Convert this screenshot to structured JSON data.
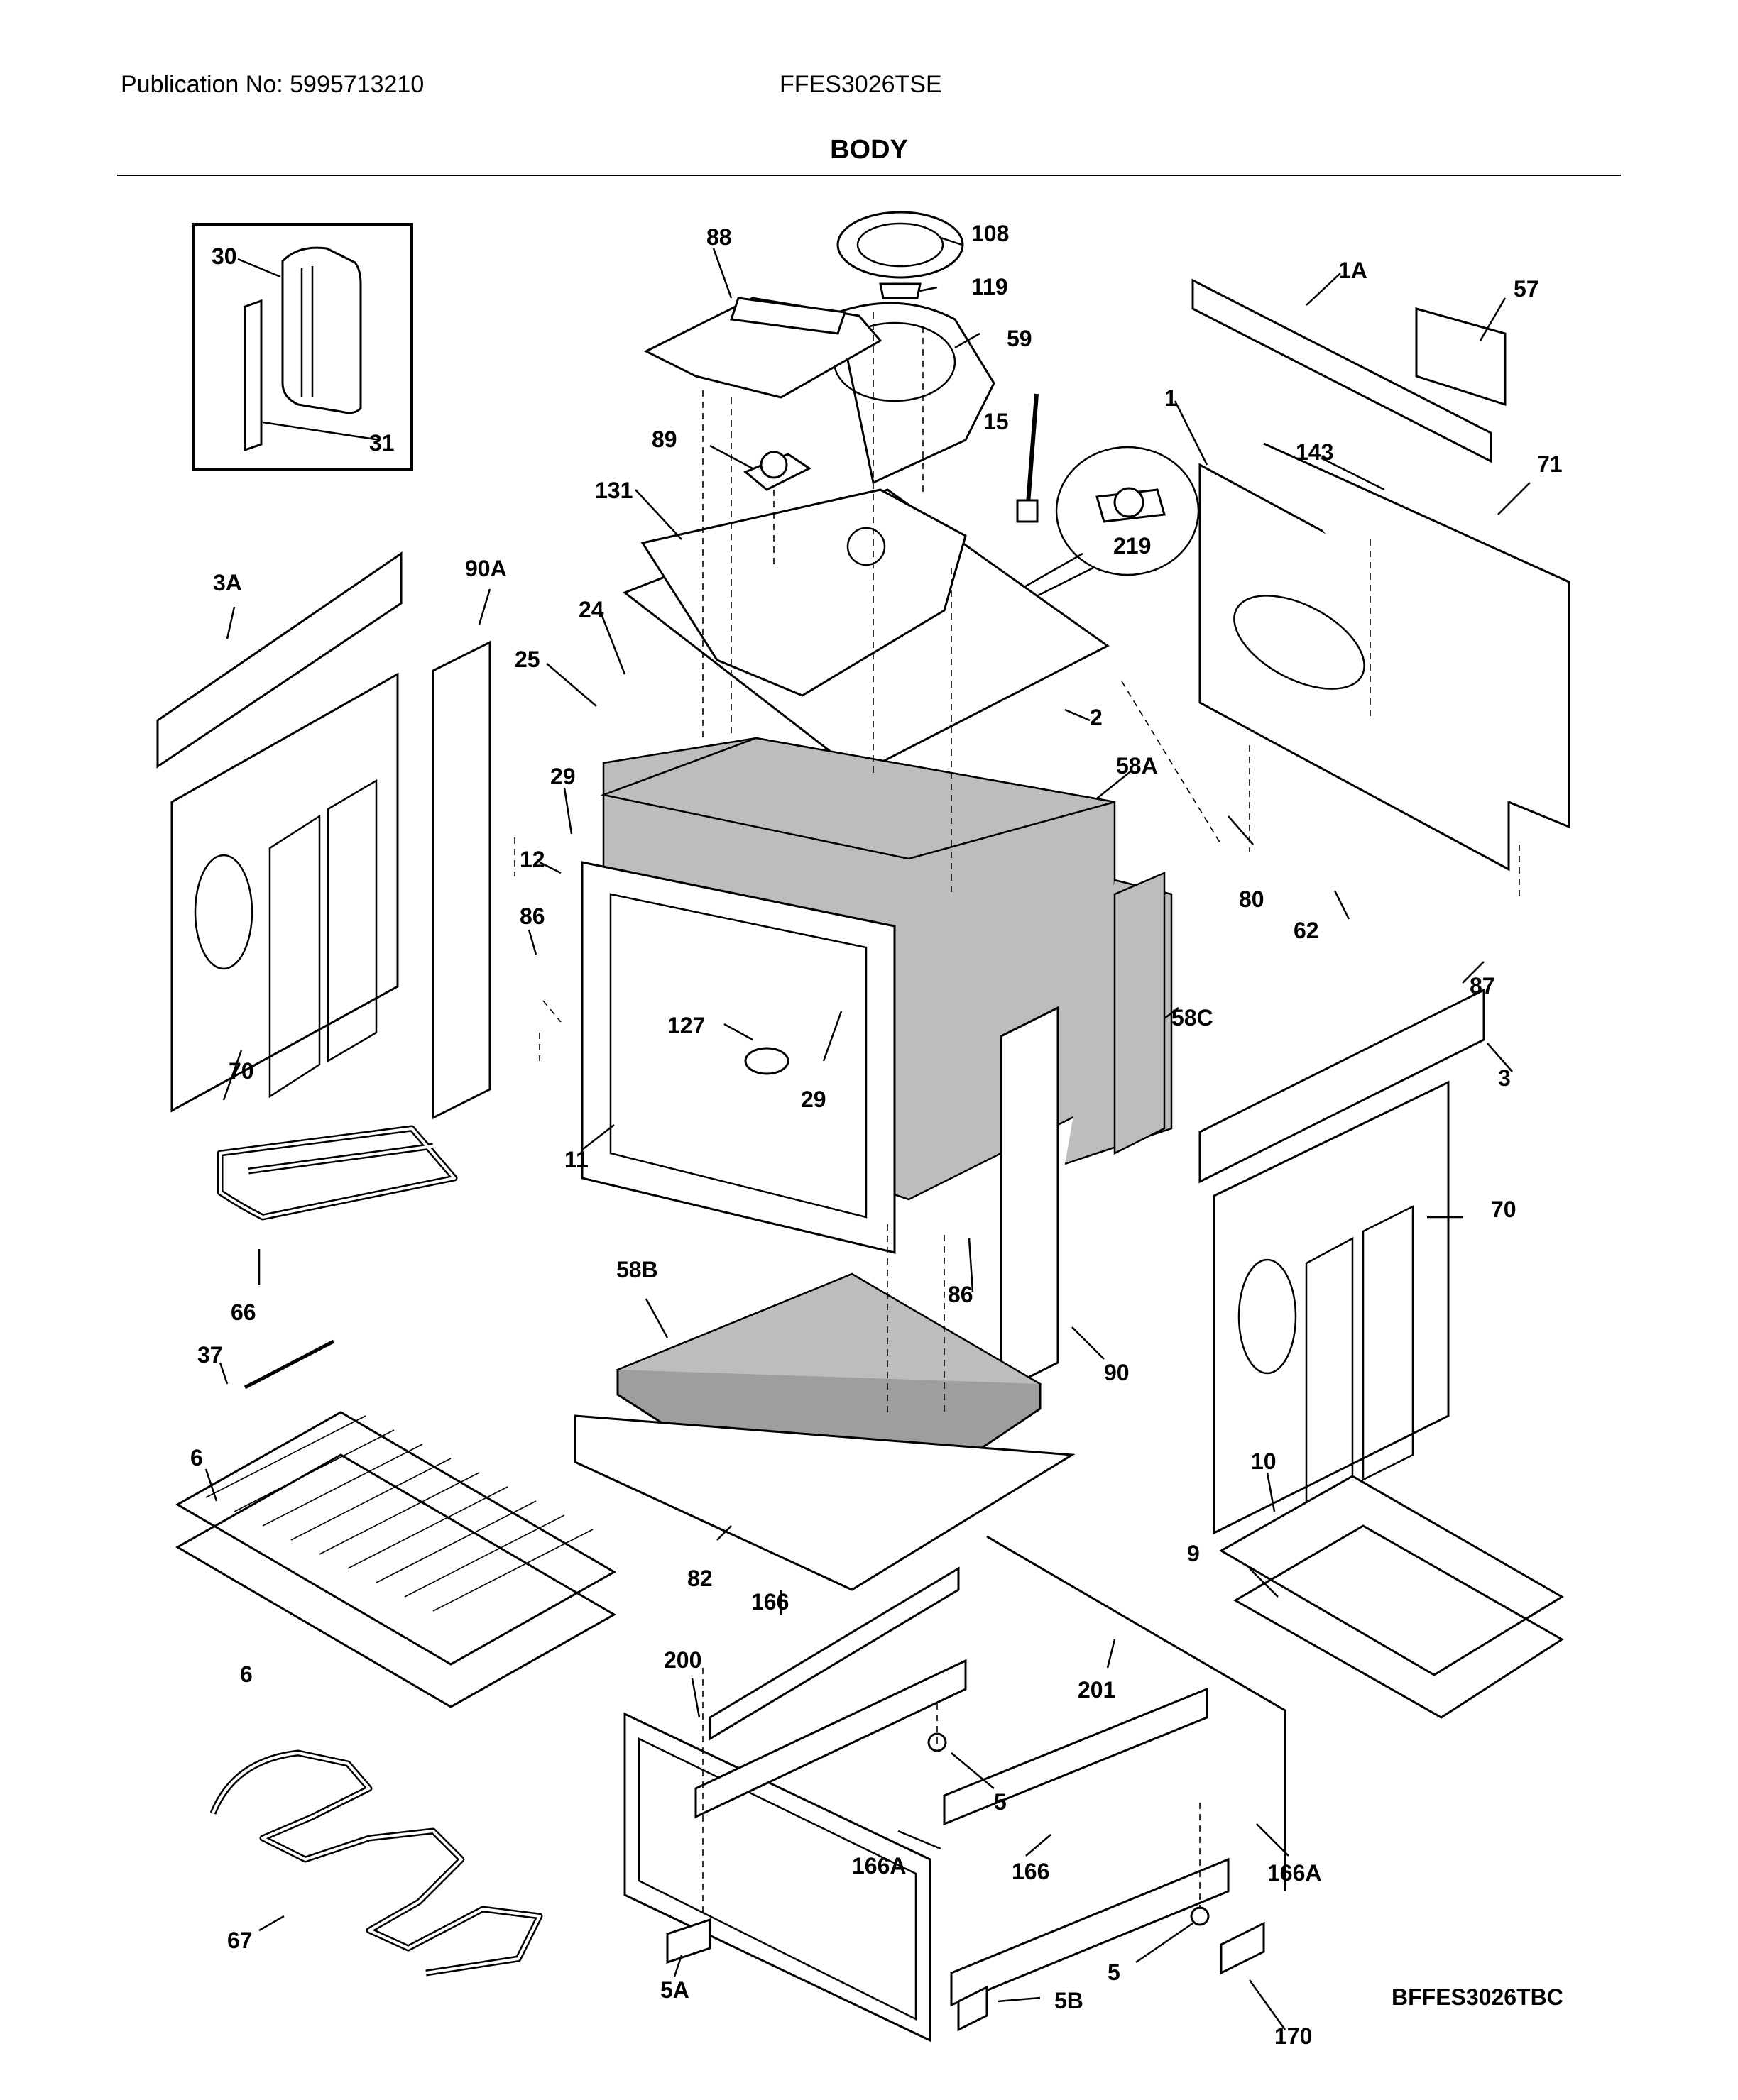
{
  "header": {
    "publication": "Publication No: 5995713210",
    "model": "FFES3026TSE",
    "title": "BODY"
  },
  "reference_code": "BFFES3026TBC",
  "callouts": [
    "30",
    "31",
    "88",
    "108",
    "119",
    "59",
    "1A",
    "57",
    "89",
    "15",
    "1",
    "143",
    "71",
    "131",
    "219",
    "3A",
    "90A",
    "24",
    "25",
    "2",
    "29",
    "58A",
    "12",
    "80",
    "62",
    "86",
    "87",
    "127",
    "29",
    "58C",
    "70",
    "3",
    "11",
    "70",
    "66",
    "86",
    "58B",
    "90",
    "37",
    "6",
    "10",
    "9",
    "82",
    "166",
    "6",
    "200",
    "201",
    "5",
    "166A",
    "166",
    "166A",
    "67",
    "5",
    "5A",
    "170",
    "5B"
  ]
}
